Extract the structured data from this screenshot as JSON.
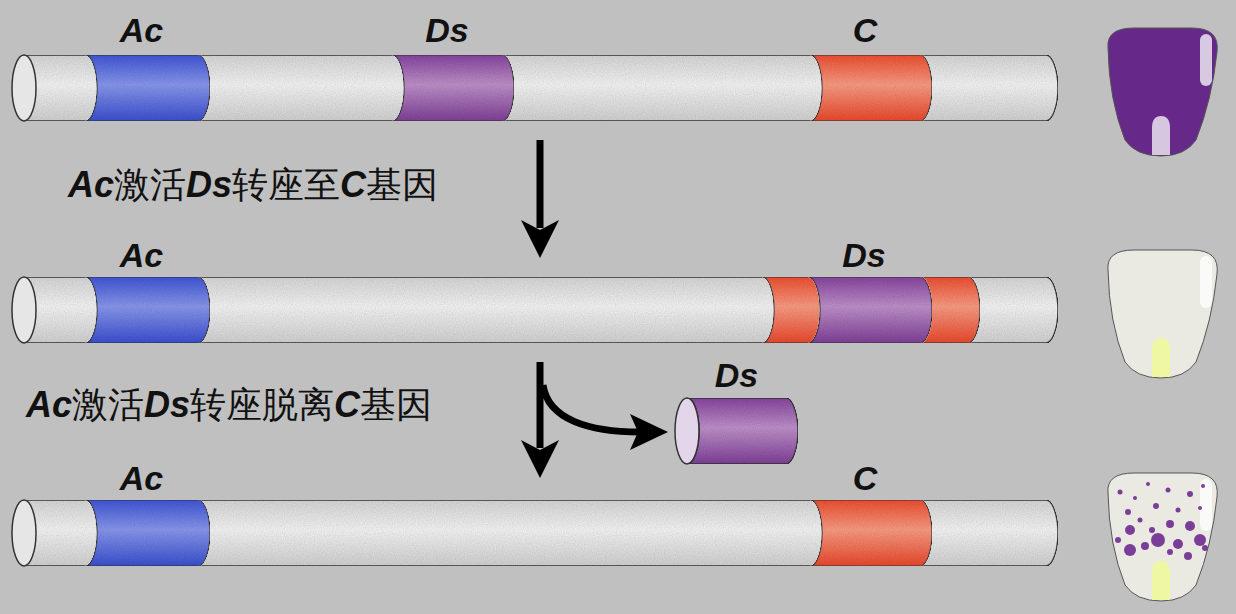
{
  "diagram": {
    "nodes": [
      {
        "text": [
          "Ac"
        ]
      },
      {
        "text": [
          "Ds"
        ]
      },
      {
        "text": [
          "C"
        ]
      },
      {
        "text": [
          "Ac"
        ]
      },
      {
        "text": [
          "Ds"
        ]
      },
      {
        "text": [
          "Ds"
        ]
      },
      {
        "text": [
          "Ac"
        ]
      },
      {
        "text": [
          "C"
        ]
      }
    ],
    "labels": [
      "Ac激活Ds转座至C基因",
      "Ac激活Ds转座脱离C基因"
    ]
  }
}
